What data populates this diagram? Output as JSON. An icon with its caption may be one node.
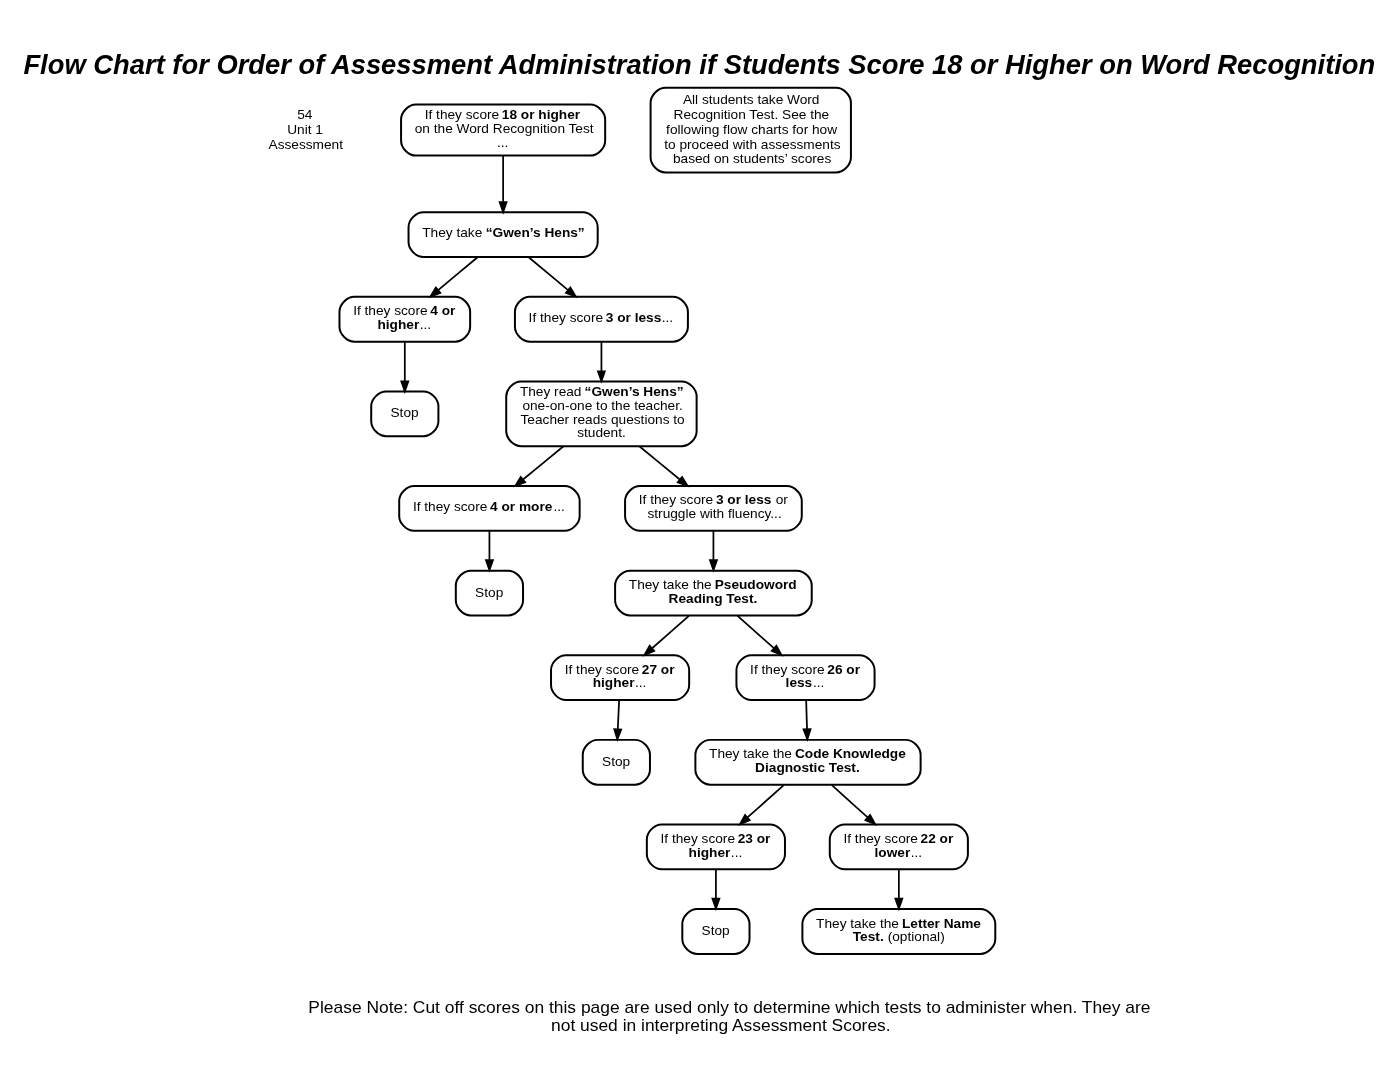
{
  "diagram": {
    "title": "Flow Chart for Order of Assessment Administration if Students Score 18 or Higher on Word Recognition",
    "caption": "Please Note: Cut off scores on this page are used only to determine which tests to administer when. They are not used in interpreting Assessment Scores.",
    "nodes": [
      {
        "text": [
          "If they score **18 or higher** on the Word Recognition Test ..."
        ]
      },
      {
        "text": [
          "They take **“Gwen’s Hens”**"
        ]
      },
      {
        "text": [
          "If they score **4 or  higher**..."
        ]
      },
      {
        "text": [
          "If they score **3 or less**..."
        ]
      },
      {
        "text": [
          "Stop"
        ]
      },
      {
        "text": [
          "They read **“Gwen’s Hens”** one-on-one to the teacher. Teacher reads questions to student."
        ]
      },
      {
        "text": [
          "If they score **4 or more**..."
        ]
      },
      {
        "text": [
          "If they score **3 or less** or struggle with fluency..."
        ]
      },
      {
        "text": [
          "Stop"
        ]
      },
      {
        "text": [
          "They take the **Pseudoword Reading Test.**"
        ]
      },
      {
        "text": [
          "If they score **27 or higher**..."
        ]
      },
      {
        "text": [
          "If they score **26 or less**..."
        ]
      },
      {
        "text": [
          "Stop"
        ]
      },
      {
        "text": [
          "They take the **Code Knowledge Diagnostic Test.**"
        ]
      },
      {
        "text": [
          "If they score **23 or higher**..."
        ]
      },
      {
        "text": [
          "If they score **22 or lower**..."
        ]
      },
      {
        "text": [
          "Stop"
        ]
      },
      {
        "text": [
          "They take the **Letter Name Test.** (optional)"
        ]
      },
      {
        "text": [
          "All students take Word Recognition Test. See the following flow charts for how to proceed with assessments based on students’ scores"
        ]
      }
    ],
    "edges": [
      {
        "from": 0,
        "to": 1,
        "arrow": "to"
      },
      {
        "from": 1,
        "to": 2,
        "arrow": "to"
      },
      {
        "from": 1,
        "to": 3,
        "arrow": "to"
      },
      {
        "from": 2,
        "to": 4,
        "arrow": "to"
      },
      {
        "from": 3,
        "to": 5,
        "arrow": "to"
      },
      {
        "from": 5,
        "to": 6,
        "arrow": "to"
      },
      {
        "from": 5,
        "to": 7,
        "arrow": "to"
      },
      {
        "from": 6,
        "to": 8,
        "arrow": "to"
      },
      {
        "from": 7,
        "to": 9,
        "arrow": "to"
      },
      {
        "from": 9,
        "to": 10,
        "arrow": "to"
      },
      {
        "from": 9,
        "to": 11,
        "arrow": "to"
      },
      {
        "from": 10,
        "to": 12,
        "arrow": "to"
      },
      {
        "from": 11,
        "to": 13,
        "arrow": "to"
      },
      {
        "from": 13,
        "to": 14,
        "arrow": "to"
      },
      {
        "from": 13,
        "to": 15,
        "arrow": "to"
      },
      {
        "from": 14,
        "to": 16,
        "arrow": "to"
      },
      {
        "from": 15,
        "to": 17,
        "arrow": "to"
      }
    ],
    "labels": [
      "54",
      "Unit 1",
      "Assessment"
    ]
  }
}
